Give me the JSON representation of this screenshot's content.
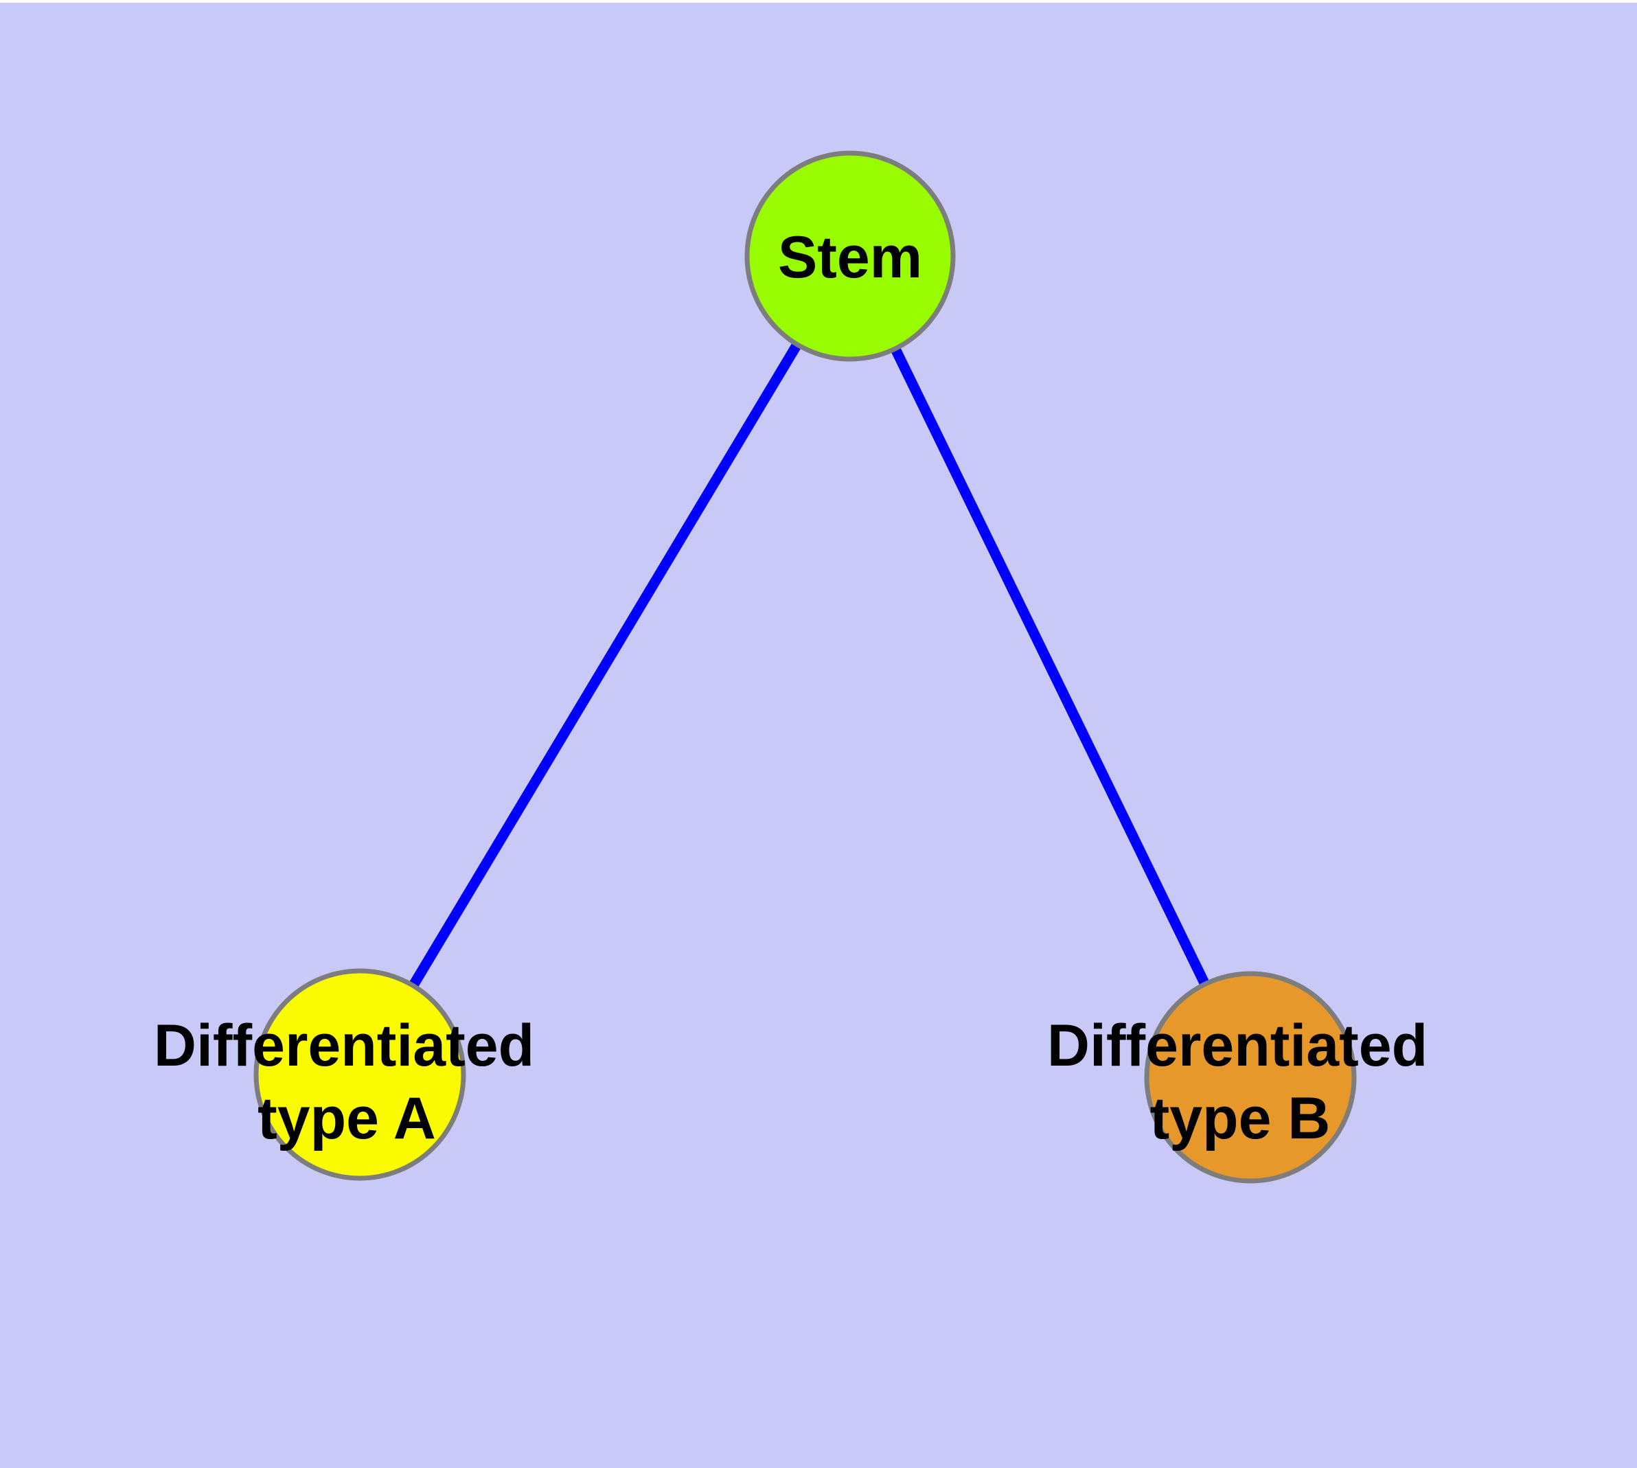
{
  "diagram": {
    "background_color": "#c9c9f8",
    "top_strip_color": "#ffffff",
    "edge_color": "#0000ff",
    "node_border_color": "#7d7d7d",
    "label_color": "#000000",
    "nodes": [
      {
        "id": "stem",
        "label": "Stem",
        "fill": "#99fb00"
      },
      {
        "id": "type-a",
        "label": "Differentiated type A",
        "line1": "Differentiated",
        "line2": "type A",
        "fill": "#fbfb00"
      },
      {
        "id": "type-b",
        "label": "Differentiated type B",
        "line1": "Differentiated",
        "line2": "type B",
        "fill": "#e6992a"
      }
    ],
    "edges": [
      {
        "from": "Stem",
        "to": "Differentiated type A"
      },
      {
        "from": "Stem",
        "to": "Differentiated type B"
      }
    ]
  }
}
